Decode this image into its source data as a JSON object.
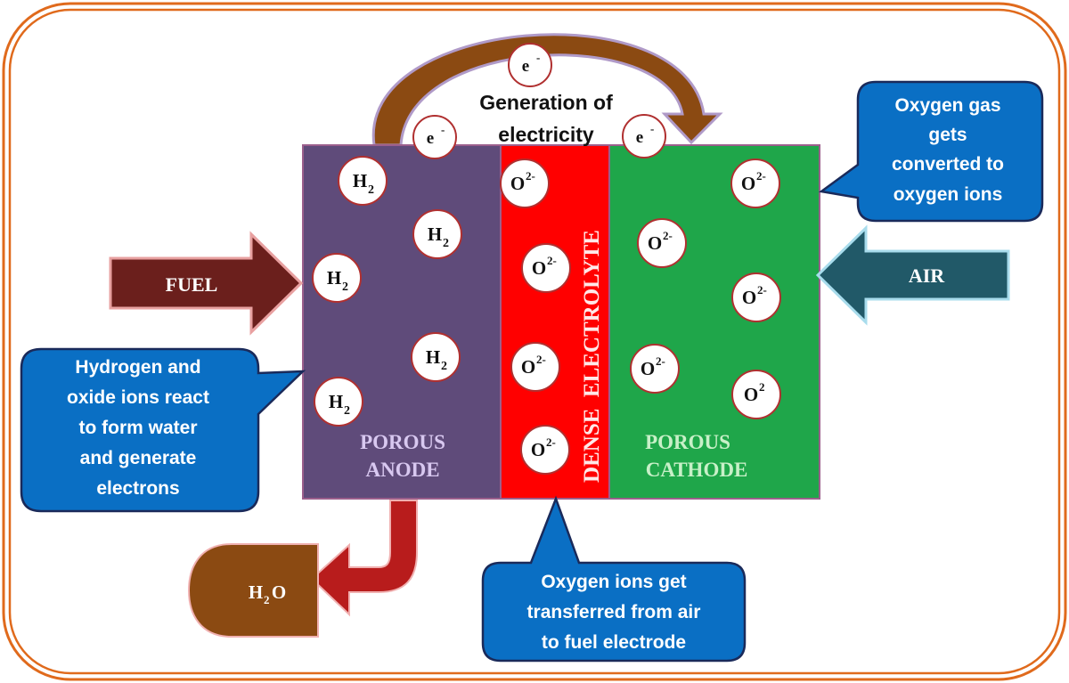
{
  "colors": {
    "frame": "#e06a1c",
    "anode": "#5f4b7a",
    "electrolyte": "#ff0000",
    "cathode": "#1fa64a",
    "callout": "#0a6fc4",
    "fuel_arrow": "#6b1f1c",
    "air_arrow": "#215968",
    "circuit_arrow": "#8b4a12",
    "water_arrow": "#b81c1c",
    "water_shape": "#8b4a12"
  },
  "circuit": {
    "title_line1": "Generation of",
    "title_line2": "electricity",
    "electrons": [
      {
        "symbol": "e",
        "charge": "-"
      },
      {
        "symbol": "e",
        "charge": "-"
      },
      {
        "symbol": "e",
        "charge": "-"
      }
    ]
  },
  "anode": {
    "label_line1": "POROUS",
    "label_line2": "ANODE",
    "molecules": [
      {
        "symbol": "H",
        "sub": "2"
      },
      {
        "symbol": "H",
        "sub": "2"
      },
      {
        "symbol": "H",
        "sub": "2"
      },
      {
        "symbol": "H",
        "sub": "2"
      },
      {
        "symbol": "H",
        "sub": "2"
      }
    ]
  },
  "electrolyte": {
    "label": "DENSE  ELECTROLYTE",
    "ions": [
      {
        "symbol": "O",
        "sup": "2-"
      },
      {
        "symbol": "O",
        "sup": "2-"
      },
      {
        "symbol": "O",
        "sup": "2-"
      },
      {
        "symbol": "O",
        "sup": "2-"
      }
    ]
  },
  "cathode": {
    "label_line1": "POROUS",
    "label_line2": "CATHODE",
    "ions": [
      {
        "symbol": "O",
        "sup": "2-"
      },
      {
        "symbol": "O",
        "sup": "2-"
      },
      {
        "symbol": "O",
        "sup": "2-"
      },
      {
        "symbol": "O",
        "sup": "2-"
      },
      {
        "symbol": "O",
        "sup": "2"
      }
    ]
  },
  "inputs": {
    "fuel": "FUEL",
    "air": "AIR"
  },
  "water": {
    "symbol": "H",
    "sub": "2",
    "tail": "O"
  },
  "callouts": {
    "oxygen_gas": [
      "Oxygen gas",
      "gets",
      "converted to",
      "oxygen ions"
    ],
    "hydrogen": [
      "Hydrogen and",
      "oxide ions react",
      "to form water",
      "and generate",
      "electrons"
    ],
    "transfer": [
      "Oxygen ions get",
      "transferred from air",
      "to fuel electrode"
    ]
  }
}
